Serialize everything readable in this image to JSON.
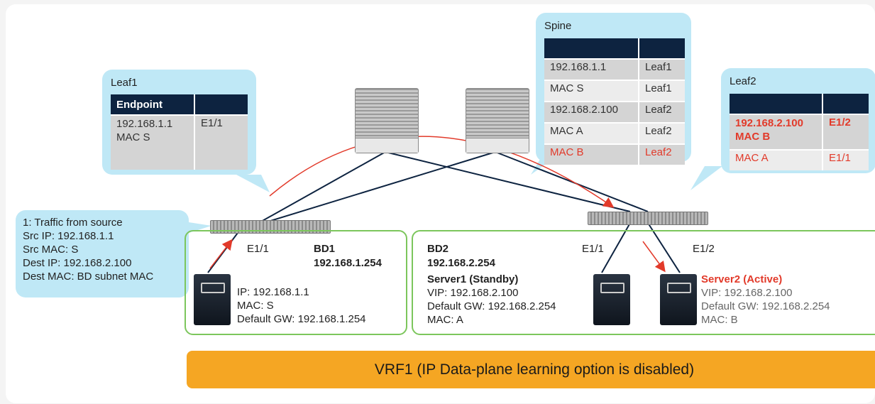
{
  "leaf1": {
    "title": "Leaf1",
    "table_header": [
      "Endpoint",
      ""
    ],
    "rows": [
      [
        "192.168.1.1\nMAC S",
        "E1/1"
      ]
    ]
  },
  "spine": {
    "title": "Spine",
    "table_header": [
      "",
      ""
    ],
    "rows": [
      [
        "192.168.1.1",
        "Leaf1"
      ],
      [
        "MAC S",
        "Leaf1"
      ],
      [
        "192.168.2.100",
        "Leaf2"
      ],
      [
        "MAC A",
        "Leaf2"
      ],
      [
        "MAC B",
        "Leaf2"
      ]
    ]
  },
  "leaf2": {
    "title": "Leaf2",
    "table_header": [
      "",
      ""
    ],
    "rows": [
      [
        "192.168.2.100\nMAC B",
        "E1/2"
      ],
      [
        "MAC A",
        "E1/1"
      ]
    ]
  },
  "traffic": {
    "lines": [
      "1: Traffic from source",
      "Src IP: 192.168.1.1",
      "Src MAC: S",
      "Dest IP:  192.168.2.100",
      "Dest MAC: BD subnet MAC"
    ]
  },
  "bd1": {
    "port": "E1/1",
    "name": "BD1",
    "subnet": "192.168.1.254",
    "host_lines": [
      "IP: 192.168.1.1",
      "MAC: S",
      "Default GW: 192.168.1.254"
    ]
  },
  "bd2": {
    "name": "BD2",
    "subnet": "192.168.2.254",
    "port1": "E1/1",
    "port2": "E1/2",
    "server1_title": "Server1 (Standby)",
    "server1_lines": [
      "VIP: 192.168.2.100",
      "Default GW: 192.168.2.254",
      "MAC: A"
    ],
    "server2_title": "Server2 (Active)",
    "server2_lines": [
      "VIP: 192.168.2.100",
      "Default GW: 192.168.2.254",
      "MAC: B"
    ]
  },
  "vrf": {
    "label": "VRF1 (IP Data-plane learning option is disabled)"
  },
  "colors": {
    "callout": "#bfe8f6",
    "header": "#0d2340",
    "accent_red": "#e23a2a",
    "bd_border": "#7cc65c",
    "vrf": "#f5a623"
  },
  "icons": [
    "spine-switch-icon",
    "leaf-switch-icon",
    "server-icon",
    "traffic-arrow-icon"
  ]
}
